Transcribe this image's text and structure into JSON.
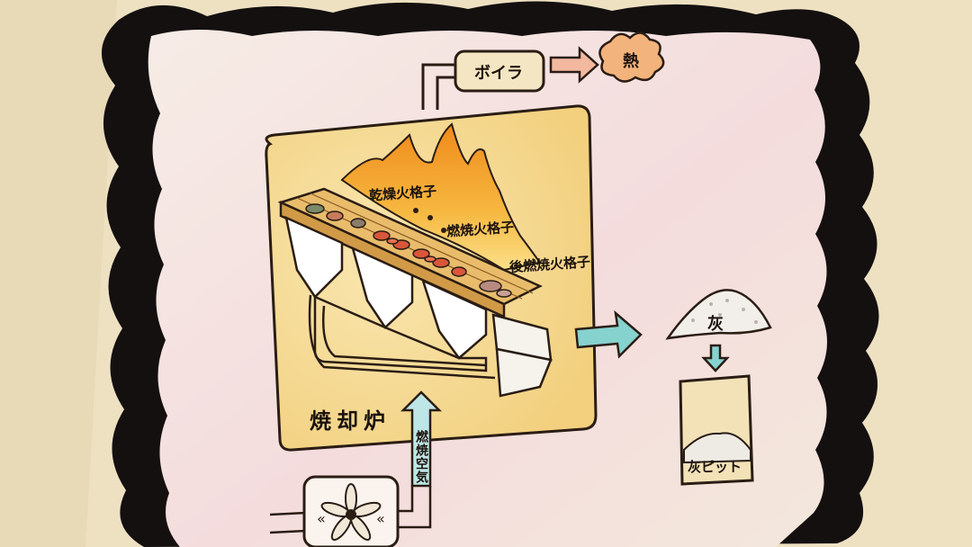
{
  "diagram": {
    "nodes": {
      "boiler": "ボイラ",
      "heat": "熱",
      "incinerator": "焼却炉",
      "drying_grate": "乾燥火格子",
      "combustion_grate": "燃焼火格子",
      "post_combustion_grate": "後燃焼火格子",
      "combustion_air": "燃焼空気",
      "ash": "灰",
      "ash_pit": "灰ピット"
    },
    "edges": [
      {
        "from": "incinerator",
        "to": "boiler"
      },
      {
        "from": "boiler",
        "to": "heat"
      },
      {
        "from": "combustion_air",
        "to": "incinerator"
      },
      {
        "from": "incinerator",
        "to": "ash"
      },
      {
        "from": "ash",
        "to": "ash_pit"
      }
    ],
    "colors": {
      "frame": "#141010",
      "poster": "#f7e6e3",
      "furnace_panel": "#f6dc9a",
      "flame": "#f4a428",
      "arrow": "#7fd0d0",
      "heat_blob": "#f3b37c",
      "grate": "#e8bc6b",
      "waste": "#d9563a"
    },
    "icons": [
      "fan-icon",
      "flame-icon",
      "waste-pile-icon",
      "ash-pile-icon"
    ]
  }
}
